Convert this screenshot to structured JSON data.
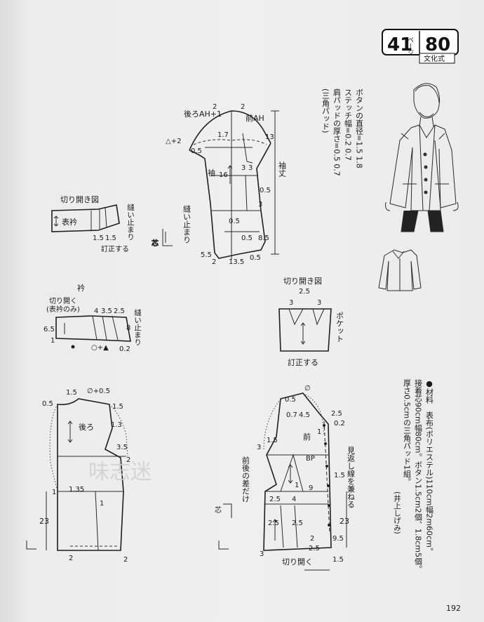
{
  "header": {
    "page_ref": "41",
    "page_unit": "ページ",
    "pattern_no": "80",
    "style": "文化式"
  },
  "notes": {
    "button_diameter": "ボタンの直径=1.5 1.8",
    "stitch_width": "ステッチ幅=0.2 0.7",
    "shoulder_pad": "肩パッドの厚さ=0.5 0.7",
    "pad_type": "(三角パッド)"
  },
  "materials": {
    "line1": "●材料　表布(ポリエステル)110cm幅2m60cm。",
    "line2": "接着芯90cm幅80cm。ボタン1.5cm2個、1.8cm5個。",
    "line3": "厚さ0.5cmの三角パッド1組。",
    "credit": "(井上しげみ)"
  },
  "sleeve": {
    "title": "袖",
    "back_ah": "後ろAH+1",
    "front_ah": "前AH",
    "length": "袖丈",
    "sew_stop": "縫い止まり",
    "measurements": [
      "2",
      "2",
      "1.7",
      "13",
      "0.5",
      "16",
      "3",
      "3",
      "0.5",
      "3",
      "0.5",
      "0.5",
      "8.5",
      "5.5",
      "2",
      "13.5",
      "0.5",
      "△+2"
    ]
  },
  "cuff_open": {
    "title": "切り開き図",
    "piece": "表衿",
    "sew_stop": "縫い止まり",
    "fix": "訂正する",
    "measurements": [
      "1.5",
      "1.5"
    ]
  },
  "collar": {
    "title": "衿",
    "cut_note": "切り開く",
    "cut_note2": "(表衿のみ)",
    "sew_stop": "縫い止まり",
    "measurements": [
      "4",
      "3.5",
      "2.5",
      "6.5",
      "1",
      "8",
      "0.2"
    ],
    "marks": "○+▲"
  },
  "pocket": {
    "title": "切り開き図",
    "piece": "ポケット",
    "fix": "訂正する",
    "measurements": [
      "3",
      "3"
    ],
    "mark": "2.5"
  },
  "back": {
    "title": "後ろ",
    "measurements": [
      "1.5",
      "∅+0.5",
      "0.5",
      "1.5",
      "1.3",
      "3.5",
      "2",
      "1",
      "1.35",
      "1",
      "23",
      "2",
      "2"
    ]
  },
  "front": {
    "title": "前",
    "bp": "BP",
    "diff": "前後の差だけ",
    "facing": "見返し線を兼ねる",
    "cut_open": "切り開く",
    "measurements": [
      "∅",
      "0.5",
      "0.7",
      "4.5",
      "2.5",
      "0.2",
      "1",
      "1.5",
      "3",
      "1.5",
      "1",
      "9",
      "2.5",
      "4",
      "2.5",
      "2.5",
      "23",
      "2",
      "9.5",
      "1.5",
      "3",
      "2.5"
    ]
  },
  "watermark": "味志迷",
  "page_number": "192"
}
